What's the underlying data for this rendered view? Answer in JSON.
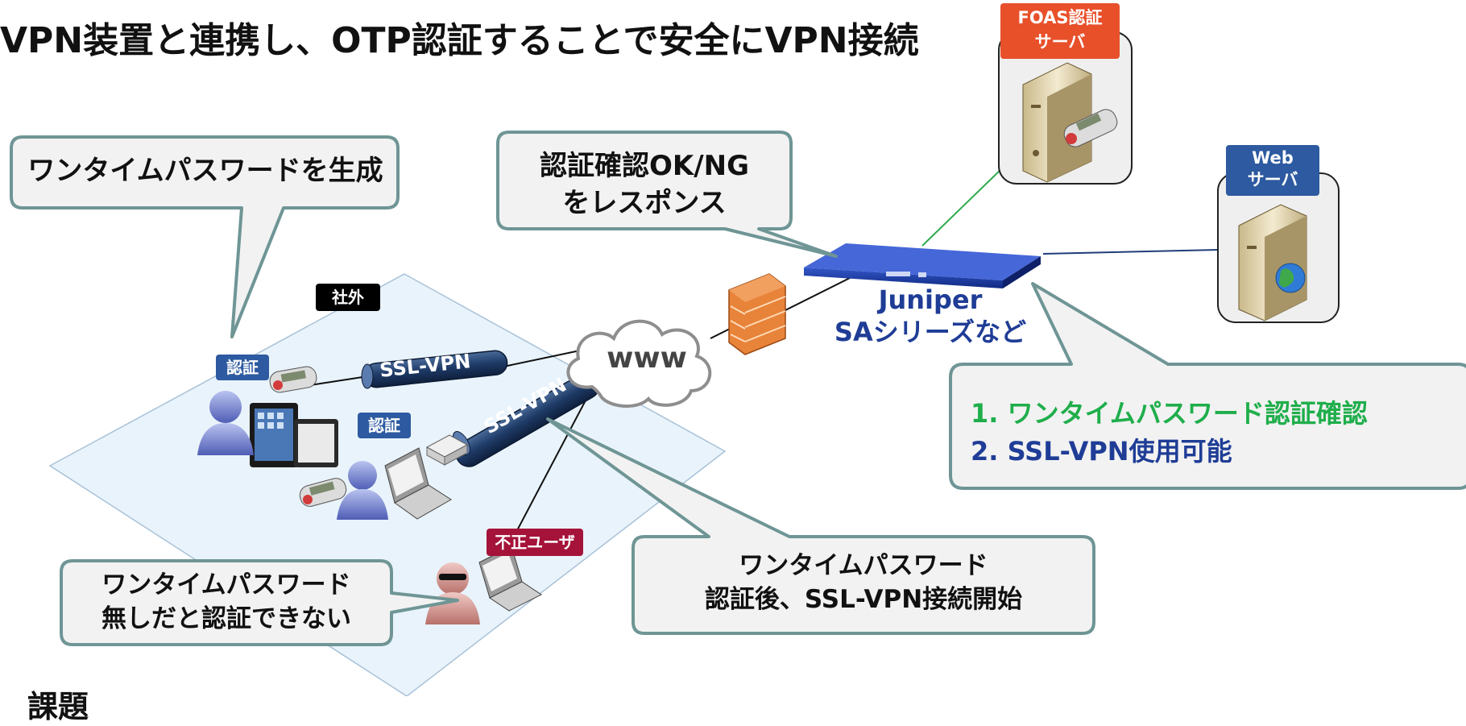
{
  "title": "VPN装置と連携し、OTP認証することで安全にVPN接続",
  "callouts": {
    "generate": "ワンタイムパスワードを生成",
    "response_line1": "認証確認OK/NG",
    "response_line2": "をレスポンス",
    "no_otp_line1": "ワンタイムパスワード",
    "no_otp_line2": "無しだと認証できない",
    "after_line1": "ワンタイムパスワード",
    "after_line2": "認証後、SSL-VPN接続開始"
  },
  "steps": {
    "step1": "1. ワンタイムパスワード認証確認",
    "step2": "2. SSL-VPN使用可能"
  },
  "tags": {
    "outside": "社外",
    "auth1": "認証",
    "auth2": "認証",
    "unauthorized": "不正ユーザ",
    "foas_line1": "FOAS認証",
    "foas_line2": "サーバ",
    "web_line1": "Web",
    "web_line2": "サーバ"
  },
  "labels": {
    "www": "www",
    "ssl_vpn_1": "SSL-VPN",
    "ssl_vpn_2": "SSL-VPN",
    "juniper_line1": "Juniper",
    "juniper_line2": "SAシリーズなど"
  },
  "bottom_label": "課題",
  "colors": {
    "step1": "#1fae4b",
    "step2": "#1f3d96",
    "foas_tag": "#e8502a",
    "web_tag": "#2d5aa0",
    "auth_tag": "#2d5aa0",
    "unauth_tag": "#a5133a",
    "callout_border": "#6f9595",
    "callout_fill": "#f2f2f2"
  },
  "icons": [
    "user-icon",
    "tablet-icon",
    "laptop-icon",
    "token-icon",
    "router-icon",
    "firewall-icon",
    "cloud-icon",
    "server-icon",
    "globe-icon",
    "appliance-icon",
    "hacker-icon"
  ]
}
